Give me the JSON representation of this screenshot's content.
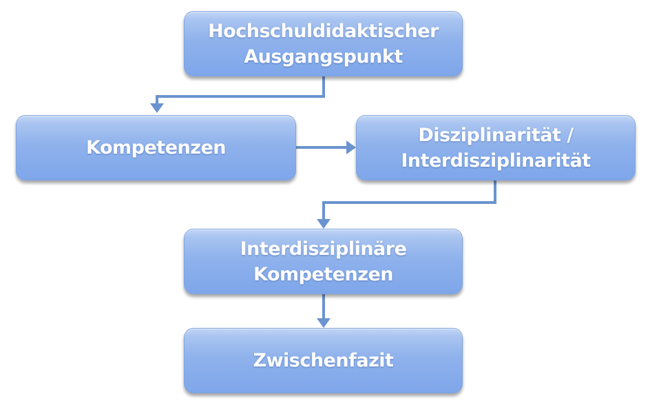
{
  "diagram": {
    "nodes": {
      "ausgangspunkt": "Hochschuldidaktischer\nAusgangspunkt",
      "kompetenzen": "Kompetenzen",
      "disziplinaritaet": "Disziplinarität /\nInterdisziplinarität",
      "interdisziplinaere_kompetenzen": "Interdisziplinäre\nKompetenzen",
      "zwischenfazit": "Zwischenfazit"
    },
    "colors": {
      "box_fill_top": "#c3d6f6",
      "box_fill_bottom": "#7ea6ea",
      "box_border": "#7fa4dd",
      "text": "#ffffff",
      "connector": "#6a93cf"
    }
  }
}
